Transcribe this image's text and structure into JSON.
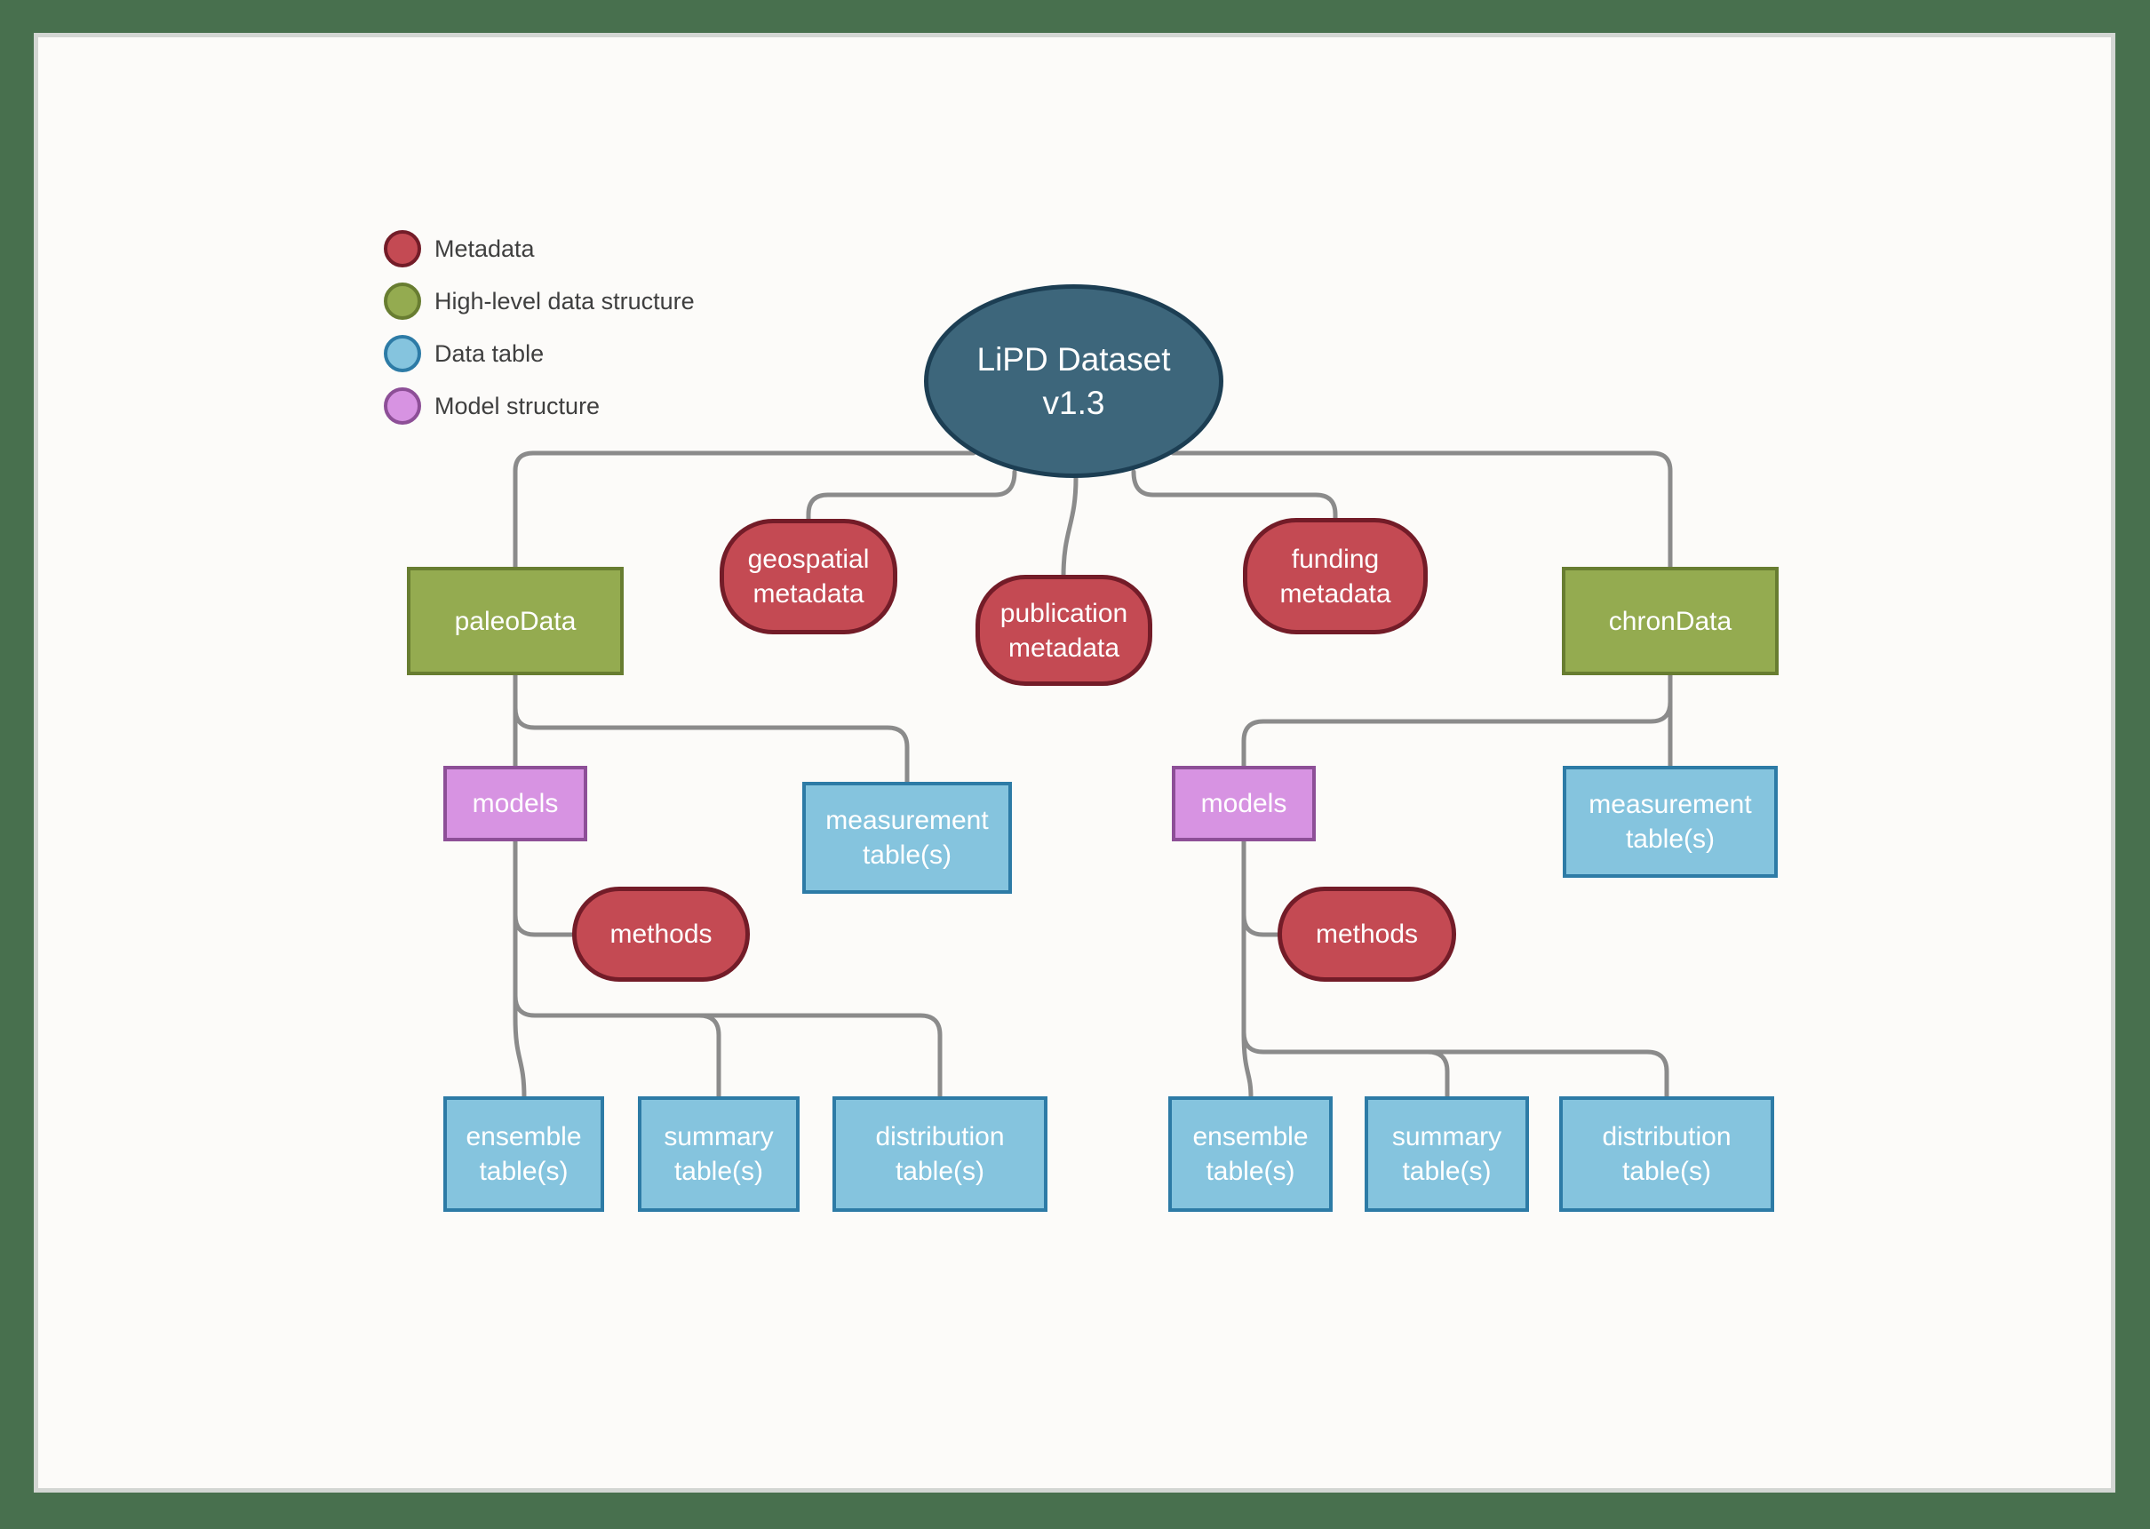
{
  "theme": {
    "frame_bg": "#48704e",
    "page_bg": "#fcfbf9",
    "page_border": "#d3d6d3",
    "edge_color": "#8b8b8b",
    "text_light": "#ffffff",
    "legend_text": "#3f3f3f",
    "root_fill": "#3d667b",
    "root_border": "#1c3e53",
    "metadata_fill": "#c44a53",
    "metadata_border": "#731c28",
    "structure_fill": "#94ab50",
    "structure_border": "#687d31",
    "table_fill": "#85c4de",
    "table_border": "#2d7ba6",
    "model_fill": "#d793e2",
    "model_border": "#8d4f97"
  },
  "legend": {
    "items": [
      {
        "label": "Metadata",
        "color": "#c44a53",
        "border": "#731c28"
      },
      {
        "label": "High-level data structure",
        "color": "#94ab50",
        "border": "#687d31"
      },
      {
        "label": "Data table",
        "color": "#85c4de",
        "border": "#2d7ba6"
      },
      {
        "label": "Model structure",
        "color": "#d793e2",
        "border": "#8d4f97"
      }
    ]
  },
  "diagram": {
    "root": {
      "label": "LiPD Dataset v1.3"
    },
    "metadata_nodes": {
      "geospatial": "geospatial metadata",
      "publication": "publication metadata",
      "funding": "funding metadata"
    },
    "paleo": {
      "label": "paleoData",
      "models": "models",
      "methods": "methods",
      "measurement": "measurement table(s)",
      "ensemble": "ensemble table(s)",
      "summary": "summary table(s)",
      "distribution": "distribution table(s)"
    },
    "chron": {
      "label": "chronData",
      "models": "models",
      "methods": "methods",
      "measurement": "measurement table(s)",
      "ensemble": "ensemble table(s)",
      "summary": "summary table(s)",
      "distribution": "distribution table(s)"
    }
  }
}
